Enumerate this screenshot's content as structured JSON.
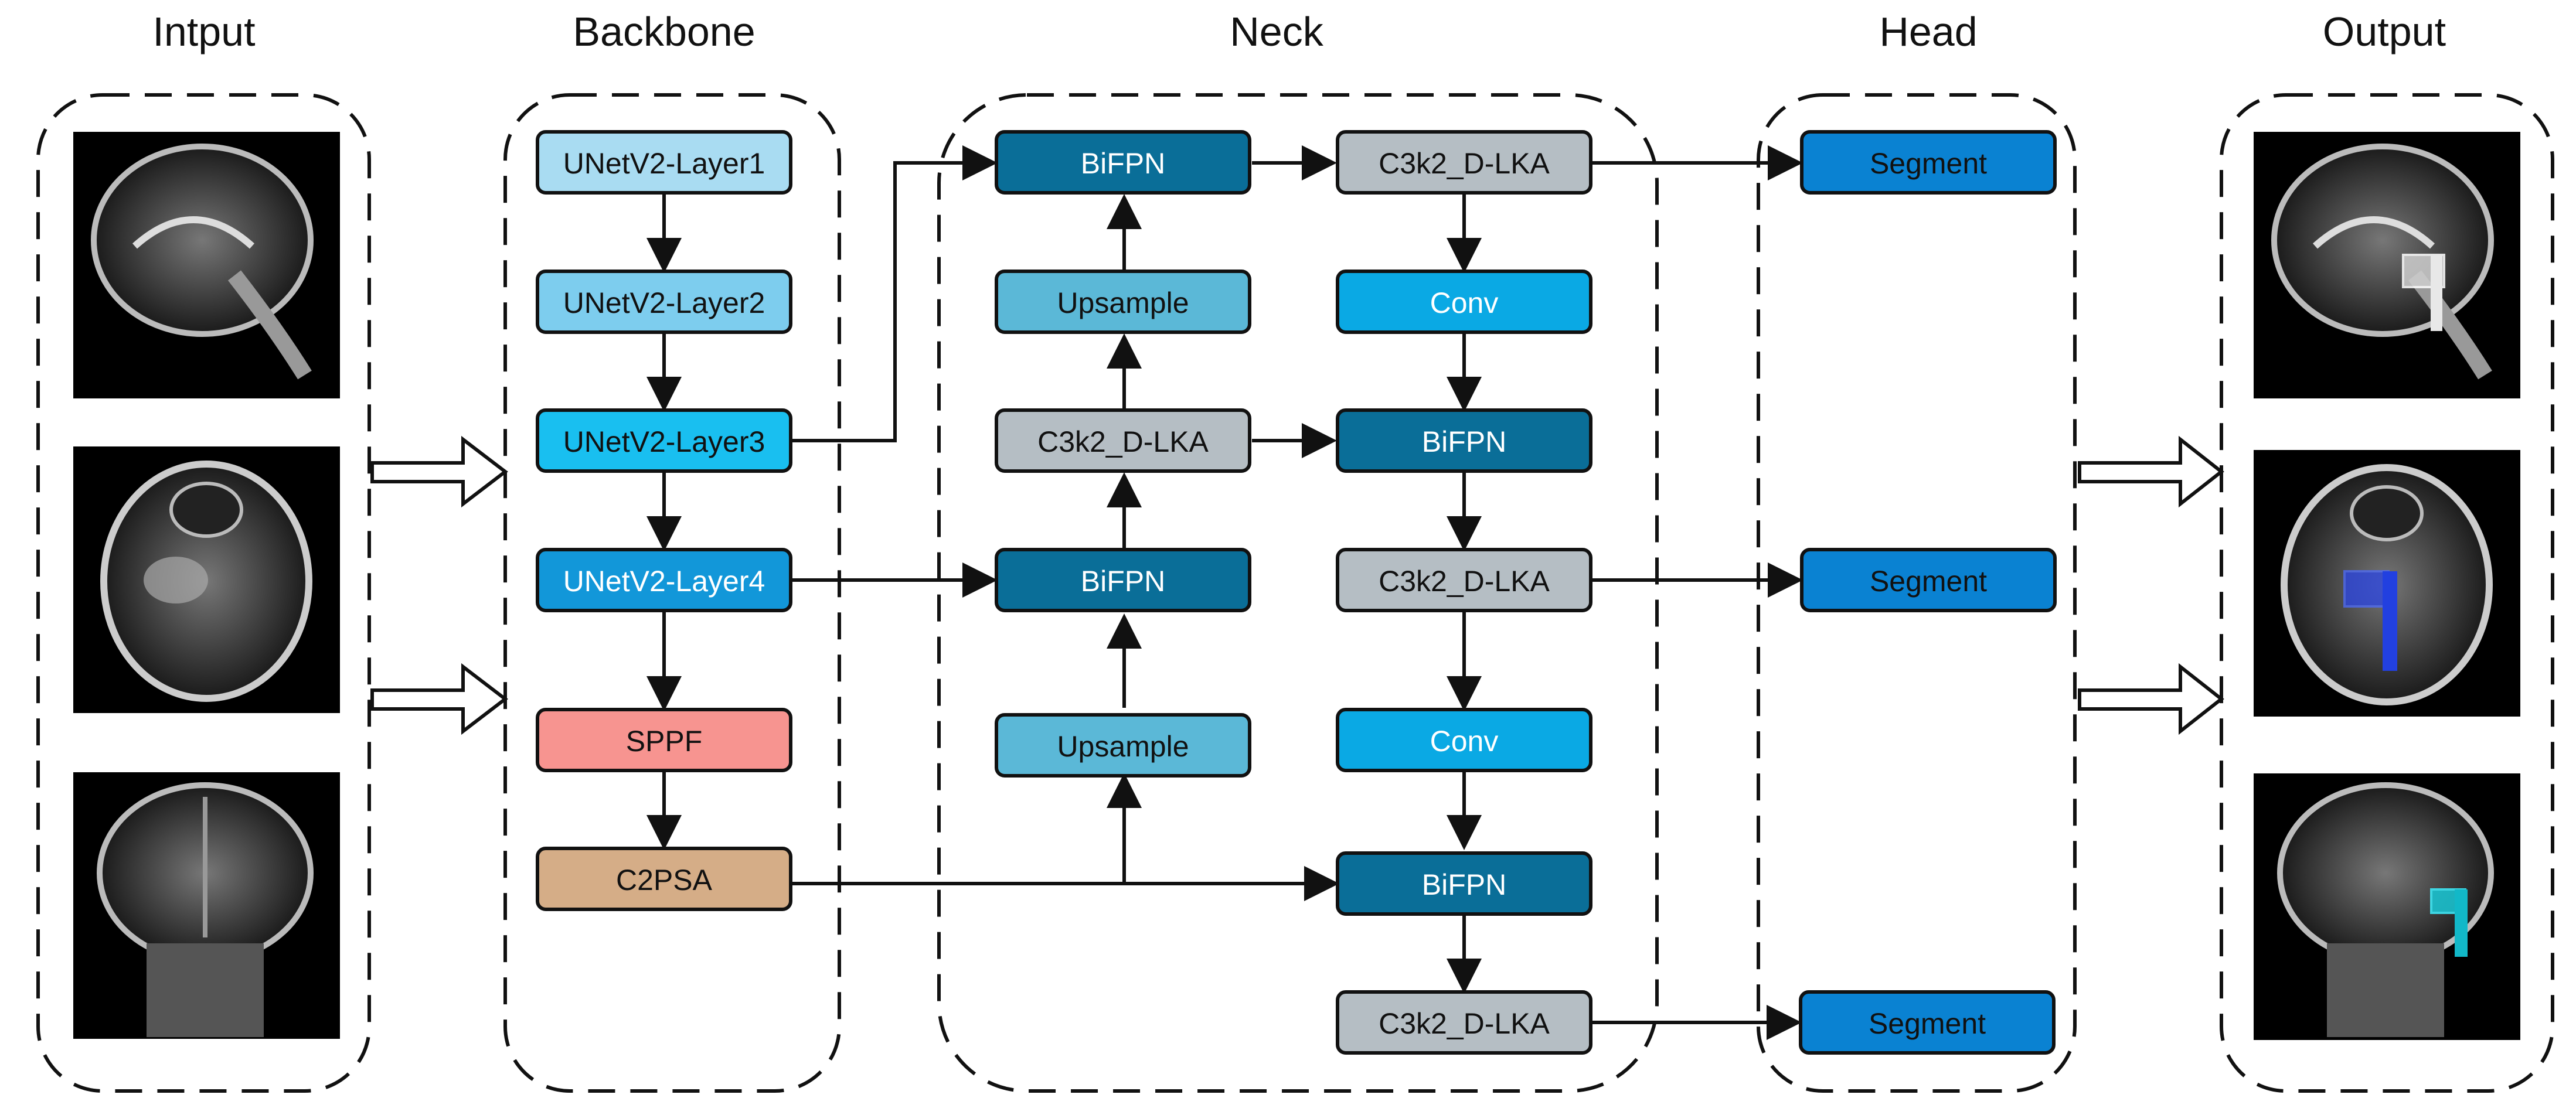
{
  "sections": {
    "input": "Intput",
    "backbone": "Backbone",
    "neck": "Neck",
    "head": "Head",
    "output": "Output"
  },
  "blocks": {
    "b1": "UNetV2-Layer1",
    "b2": "UNetV2-Layer2",
    "b3": "UNetV2-Layer3",
    "b4": "UNetV2-Layer4",
    "sppf": "SPPF",
    "c2psa": "C2PSA",
    "n_bifpn1": "BiFPN",
    "n_ups1": "Upsample",
    "n_c3k2_mid": "C3k2_D-LKA",
    "n_bifpn2": "BiFPN",
    "n_ups2": "Upsample",
    "r_c3k2_top": "C3k2_D-LKA",
    "r_conv1": "Conv",
    "r_bifpn1": "BiFPN",
    "r_c3k2_mid": "C3k2_D-LKA",
    "r_conv2": "Conv",
    "r_bifpn2": "BiFPN",
    "r_c3k2_bot": "C3k2_D-LKA",
    "seg1": "Segment",
    "seg2": "Segment",
    "seg3": "Segment"
  },
  "colors": {
    "layer1": "#a9dcf2",
    "layer2": "#7dcdee",
    "layer3": "#19bff0",
    "layer4": "#1297d9",
    "sppf": "#f79490",
    "c2psa": "#d5ad87",
    "bifpn": "#0a6e98",
    "upsample": "#5bb8d7",
    "c3k2": "#b5bec4",
    "conv": "#0aa9e4",
    "segment": "#0a82d2"
  }
}
